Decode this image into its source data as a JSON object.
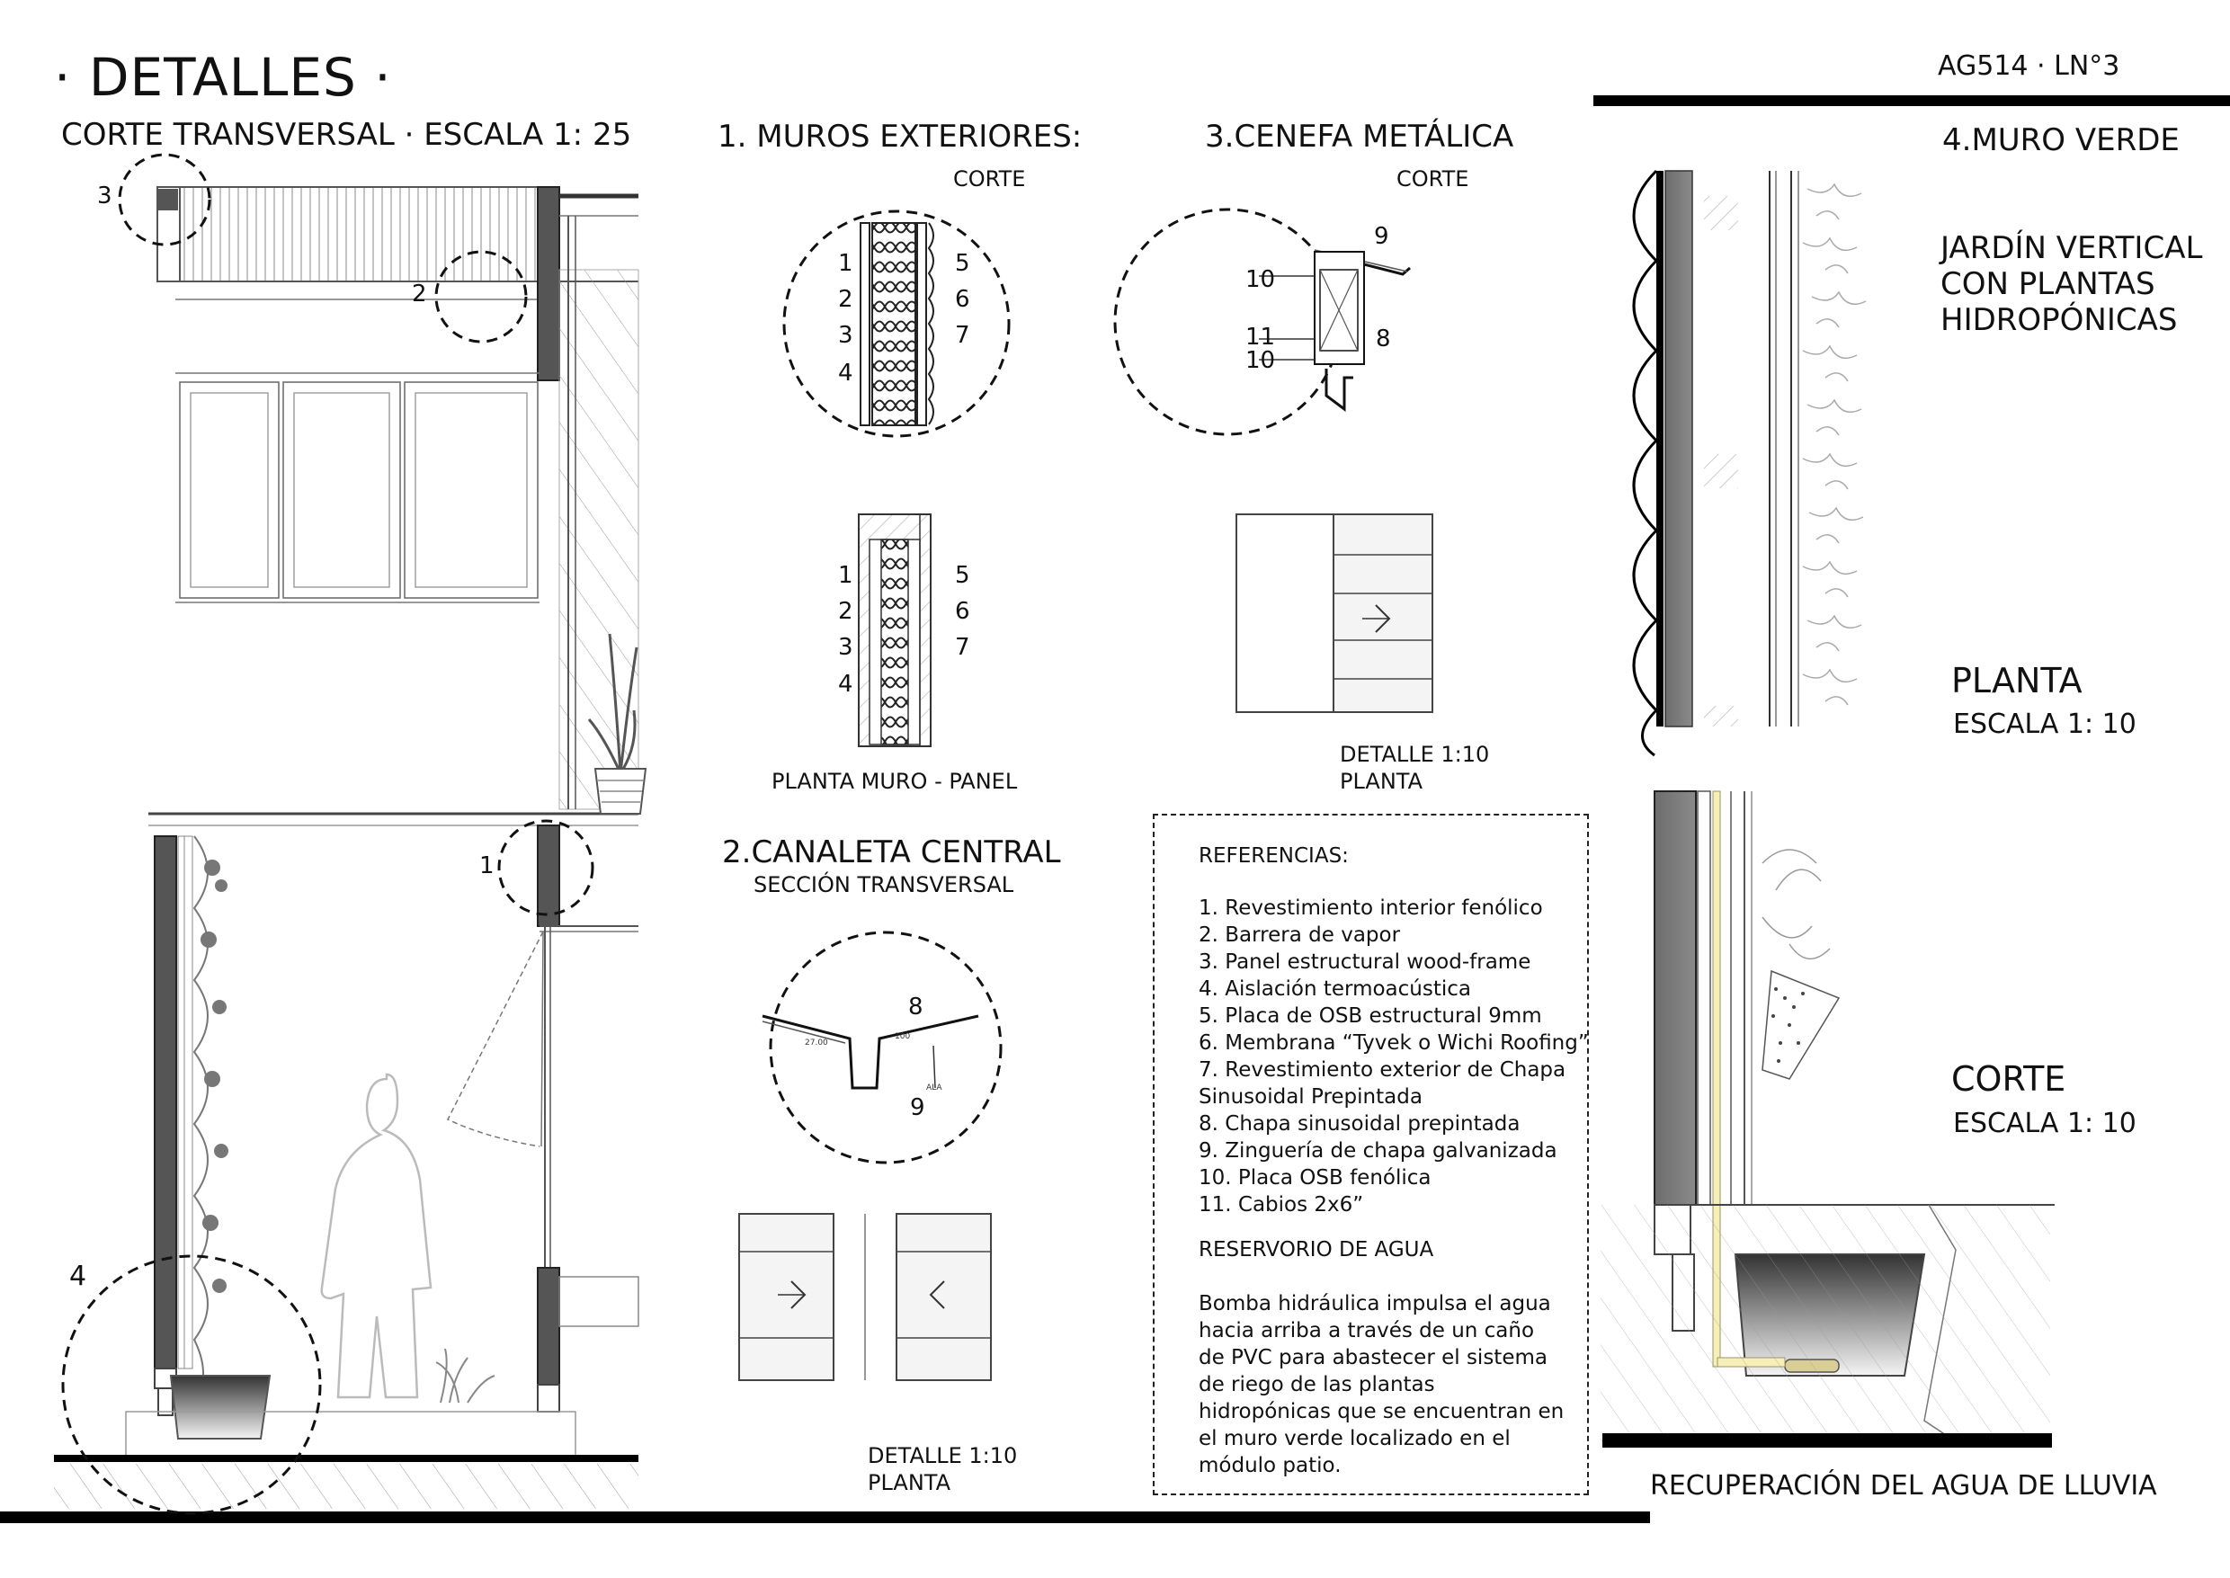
{
  "header": {
    "title": "· DETALLES ·",
    "code": "AG514 · LN°3"
  },
  "section_main": {
    "label": "CORTE TRANSVERSAL · ESCALA 1: 25",
    "callouts": [
      "3",
      "2",
      "1",
      "4"
    ]
  },
  "detail1": {
    "title": "1. MUROS EXTERIORES:",
    "subtitle": "CORTE",
    "left_numbers": [
      "1",
      "2",
      "3",
      "4"
    ],
    "right_numbers": [
      "5",
      "6",
      "7"
    ],
    "plan_left_numbers": [
      "1",
      "2",
      "3",
      "4"
    ],
    "plan_right_numbers": [
      "5",
      "6",
      "7"
    ],
    "plan_caption": "PLANTA MURO - PANEL"
  },
  "detail2": {
    "title": "2.CANALETA CENTRAL",
    "subtitle": "SECCIÓN TRANSVERSAL",
    "numbers": [
      "8",
      "9"
    ],
    "caption_line1": "DETALLE 1:10",
    "caption_line2": "PLANTA"
  },
  "detail3": {
    "title": "3.CENEFA METÁLICA",
    "subtitle": "CORTE",
    "numbers": [
      "9",
      "10",
      "11",
      "10",
      "8"
    ],
    "caption_line1": "DETALLE 1:10",
    "caption_line2": "PLANTA"
  },
  "detail4": {
    "title": "4.MURO VERDE",
    "desc": [
      "JARDÍN VERTICAL",
      "CON PLANTAS",
      "HIDROPÓNICAS"
    ],
    "plan_label": "PLANTA",
    "plan_scale": "ESCALA 1: 10",
    "cut_label": "CORTE",
    "cut_scale": "ESCALA 1: 10",
    "footer": "RECUPERACIÓN DEL AGUA DE LLUVIA"
  },
  "references": {
    "title": "REFERENCIAS:",
    "items": [
      "1. Revestimiento interior fenólico",
      "2. Barrera de vapor",
      "3. Panel estructural wood-frame",
      "4. Aislación termoacústica",
      "5. Placa de OSB estructural 9mm",
      "6. Membrana “Tyvek o Wichi Roofing”",
      "7. Revestimiento exterior de Chapa",
      "Sinusoidal Prepintada",
      "8. Chapa sinusoidal prepintada",
      "9. Zinguería de chapa galvanizada",
      "10. Placa OSB fenólica",
      "11. Cabios 2x6”"
    ],
    "water_title": "RESERVORIO DE AGUA",
    "water_text": [
      "Bomba hidráulica impulsa el agua",
      "hacia arriba a través de un caño",
      "de PVC para abastecer el sistema",
      "de riego de las plantas",
      "hidropónicas que se encuentran en",
      "el muro verde localizado en el",
      "módulo patio."
    ]
  }
}
